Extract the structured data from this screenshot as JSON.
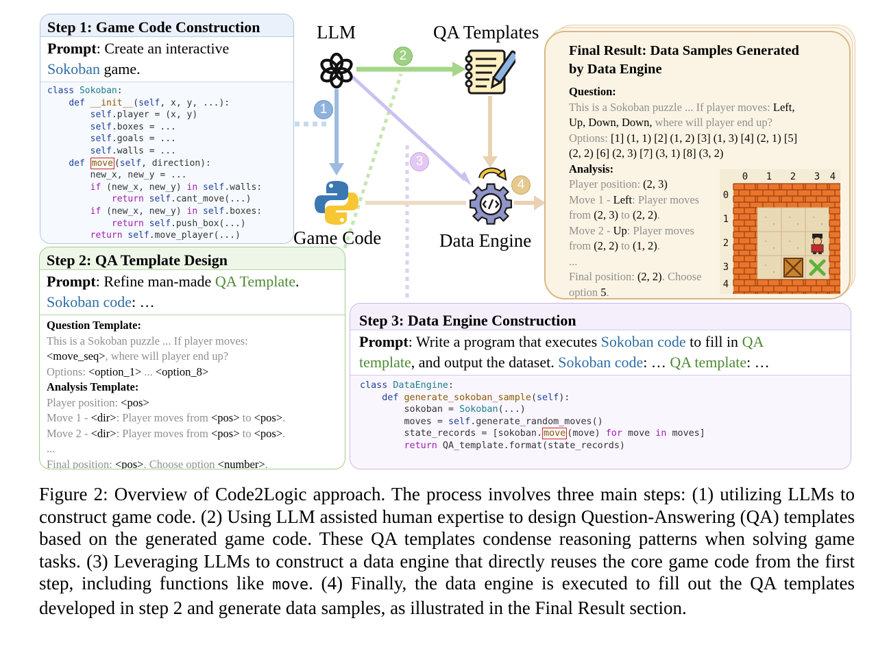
{
  "step1": {
    "title": "Step 1: Game Code Construction",
    "prompt_label": "Prompt",
    "prompt_pre": ": Create an interactive",
    "prompt_link": "Sokoban",
    "prompt_post": " game.",
    "code": {
      "l1_kw": "class",
      "l1_cls": "Sokoban",
      "l1_end": ":",
      "l2_kw": "def",
      "l2_fn": "__init__",
      "l2_a": "(",
      "l2_self": "self",
      "l2_rest": ", x, y, ...):",
      "l3_self": "self",
      "l3_rest": ".player = (x, y)",
      "l4_self": "self",
      "l4_rest": ".boxes = ...",
      "l5_self": "self",
      "l5_rest": ".goals = ...",
      "l6_self": "self",
      "l6_rest": ".walls = ...",
      "l7_kw": "def",
      "l7_fn": "move",
      "l7_a": "(",
      "l7_self": "self",
      "l7_rest": ", direction):",
      "l8": "new_x, new_y = ...",
      "l9_kw": "if",
      "l9_a": " (new_x, new_y) ",
      "l9_in": "in",
      "l9_self": "self",
      "l9_rest": ".walls:",
      "l10_kw": "return",
      "l10_self": "self",
      "l10_rest": ".cant_move(...)",
      "l11_kw": "if",
      "l11_a": " (new_x, new_y) ",
      "l11_in": "in",
      "l11_self": "self",
      "l11_rest": ".boxes:",
      "l12_kw": "return",
      "l12_self": "self",
      "l12_rest": ".push_box(...)",
      "l13_kw": "return",
      "l13_self": "self",
      "l13_rest": ".move_player(...)"
    }
  },
  "step2": {
    "title": "Step 2: QA Template Design",
    "prompt_label": "Prompt",
    "prompt_pre": ": Refine man-made ",
    "prompt_link": "QA Template",
    "prompt_post": ".",
    "prompt_line2_link": "Sokoban code",
    "prompt_line2_post": ": …",
    "question_heading": "Question Template:",
    "q1_gray": "This is a Sokoban puzzle ... If player moves:",
    "q2_dark": "<move_seq>",
    "q2_gray": ", where will player end up?",
    "q3_gray": "Options: ",
    "q3_opt1": "<option_1>",
    "q3_mid": " ... ",
    "q3_opt8": "<option_8>",
    "analysis_heading": "Analysis Template:",
    "a1_gray": "Player position: ",
    "a1_dark": "<pos>",
    "a2_gray_a": "Move 1 - ",
    "a2_dir": "<dir>",
    "a2_gray_b": ":  Player moves from ",
    "a2_pos1": "<pos>",
    "a2_to": " to ",
    "a2_pos2": "<pos>",
    "a2_end": ".",
    "a3_gray_a": "Move 2 - ",
    "a3_dir": "<dir>",
    "a3_gray_b": ":  Player moves from ",
    "a3_pos1": "<pos>",
    "a3_to": " to ",
    "a3_pos2": "<pos>",
    "a3_end": ".",
    "a4": "...",
    "a5_gray_a": "Final position: ",
    "a5_pos": "<pos>",
    "a5_gray_b": ". Choose option ",
    "a5_num": "<number>",
    "a5_end": "."
  },
  "step3": {
    "title": "Step 3: Data Engine Construction",
    "prompt_label": "Prompt",
    "prompt_a": ": Write a program that executes ",
    "prompt_b": "Sokoban code",
    "prompt_c": " to fill in ",
    "prompt_d": "QA",
    "prompt_e": "template",
    "prompt_f": ", and output the dataset. ",
    "prompt_g": "Sokoban code",
    "prompt_h": ": … ",
    "prompt_i": "QA template",
    "prompt_j": ": …",
    "code": {
      "l1_kw": "class",
      "l1_cls": "DataEngine",
      "l1_end": ":",
      "l2_kw": "def",
      "l2_fn": "generate_sokoban_sample",
      "l2_a": "(",
      "l2_self": "self",
      "l2_end": "):",
      "l3_a": "sokoban = ",
      "l3_cls": "Sokoban",
      "l3_end": "(...)",
      "l4_a": "moves = ",
      "l4_self": "self",
      "l4_end": ".generate_random_moves()",
      "l5_a": "state_records = [sokoban.",
      "l5_fn": "move",
      "l5_b": "(move) ",
      "l5_for": "for",
      "l5_c": " move ",
      "l5_in": "in",
      "l5_d": " moves]",
      "l6_kw": "return",
      "l6_end": " QA_template.format(state_records)"
    }
  },
  "labels": {
    "llm": "LLM",
    "qa_templates": "QA Templates",
    "game_code": "Game Code",
    "data_engine": "Data Engine"
  },
  "steps_circles": [
    "1",
    "2",
    "3",
    "4"
  ],
  "icons": {
    "llm": "openai-logo-icon",
    "qa": "notepad-pen-icon",
    "game": "python-logo-icon",
    "engine": "gear-code-icon"
  },
  "colors": {
    "blue_accent": "#2e6da4",
    "green_accent": "#4b8a32",
    "step1_border": "#a9c3de",
    "step2_border": "#9fcc8a",
    "step3_border": "#c9b6e6",
    "final_border": "#d9b885"
  },
  "final": {
    "title_line1": "Final Result: Data Samples Generated",
    "title_line2": "by Data Engine",
    "question_heading": "Question:",
    "q1_gray": "This is a Sokoban puzzle ... If player moves: ",
    "q1_dark": "Left,",
    "q2_dark": "Up, Down, Down,",
    "q2_gray": " where will player end up?",
    "q3_gray": "Options: ",
    "q3_dark": "[1] (1, 1) [2] (1, 2) [3] (1, 3) [4] (2, 1) [5]",
    "q4_dark": "(2, 2) [6] (2, 3) [7] (3, 1) [8] (3, 2)",
    "analysis_heading": "Analysis:",
    "a1_gray": "Player position: ",
    "a1_dark": "(2, 3)",
    "a2_gray": "Move 1 - ",
    "a2_dark": "Left",
    "a2_gray_b": ":  Player moves",
    "a3_gray": "from ",
    "a3_p1": "(2, 3)",
    "a3_to": " to ",
    "a3_p2": "(2, 2)",
    "a3_end": ".",
    "a4_gray": "Move 2 - ",
    "a4_dark": "Up",
    "a4_gray_b": ":  Player moves",
    "a5_gray": "from ",
    "a5_p1": "(2, 2)",
    "a5_to": " to ",
    "a5_p2": "(1, 2)",
    "a5_end": ".",
    "a6": "...",
    "a7_gray": "Final position: ",
    "a7_dark": "(2, 2)",
    "a7_gray_b": ". Choose",
    "a8_gray": "option ",
    "a8_dark": "5",
    "a8_end": ".",
    "grid_cols": [
      "0",
      "1",
      "2",
      "3",
      "4"
    ],
    "grid_rows": [
      "0",
      "1",
      "2",
      "3",
      "4"
    ]
  },
  "caption": {
    "part1": "Figure 2: Overview of Code2Logic approach. The process involves three main steps: (1) utilizing LLMs to construct game code. (2) Using LLM assisted human expertise to design Question-Answering (QA) templates based on the generated game code. These QA templates condense reasoning patterns when solving game tasks. (3) Leveraging LLMs to construct a data engine that directly reuses the core game code from the first step, including functions like ",
    "mono": "move",
    "part2": ". (4) Finally, the data engine is executed to fill out the QA templates developed in step 2 and generate data samples, as illustrated in the Final Result section."
  }
}
